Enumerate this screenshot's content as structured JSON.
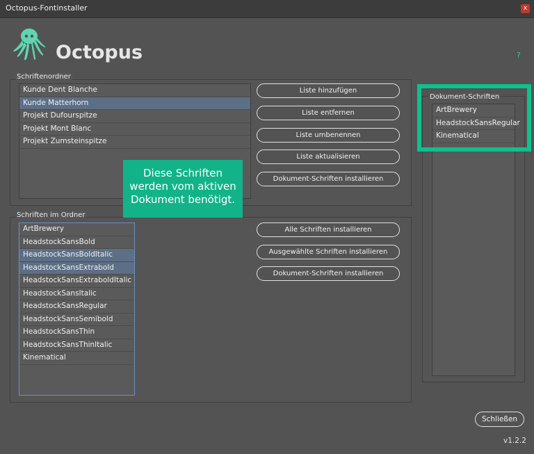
{
  "window": {
    "title": "Octopus-Fontinstaller",
    "close_glyph": "x"
  },
  "header": {
    "app_name": "Octopus",
    "help": "?",
    "logo_icon": "octopus-icon"
  },
  "folders": {
    "label": "Schriftenordner",
    "items": [
      "Kunde Dent Blanche",
      "Kunde Matterhorn",
      "Projekt Dufourspitze",
      "Projekt Mont Blanc",
      "Projekt Zumsteinspitze"
    ],
    "selected_index": 1,
    "buttons": [
      "Liste hinzufügen",
      "Liste entfernen",
      "Liste umbenennen",
      "Liste aktualisieren",
      "Dokument-Schriften installieren"
    ]
  },
  "fonts": {
    "label": "Schriften im Ordner",
    "items": [
      "ArtBrewery",
      "HeadstockSansBold",
      "HeadstockSansBoldItalic",
      "HeadstockSansExtrabold",
      "HeadstockSansExtraboldItalic",
      "HeadstockSansItalic",
      "HeadstockSansRegular",
      "HeadstockSansSemibold",
      "HeadstockSansThin",
      "HeadstockSansThinItalic",
      "Kinematical"
    ],
    "selected_indices": [
      2,
      3
    ],
    "buttons": [
      "Alle Schriften installieren",
      "Ausgewählte Schriften installieren",
      "Dokument-Schriften installieren"
    ]
  },
  "document_fonts": {
    "label": "Dokument-Schriften",
    "items": [
      "ArtBrewery",
      "HeadstockSansRegular",
      "Kinematical"
    ]
  },
  "tooltip": {
    "lines": [
      "Diese Schriften",
      "werden vom aktiven",
      "Dokument benötigt."
    ]
  },
  "footer": {
    "close_label": "Schließen",
    "version": "v1.2.2"
  },
  "colors": {
    "accent": "#0dc18e",
    "selection": "#5c6f87",
    "background": "#535353"
  }
}
